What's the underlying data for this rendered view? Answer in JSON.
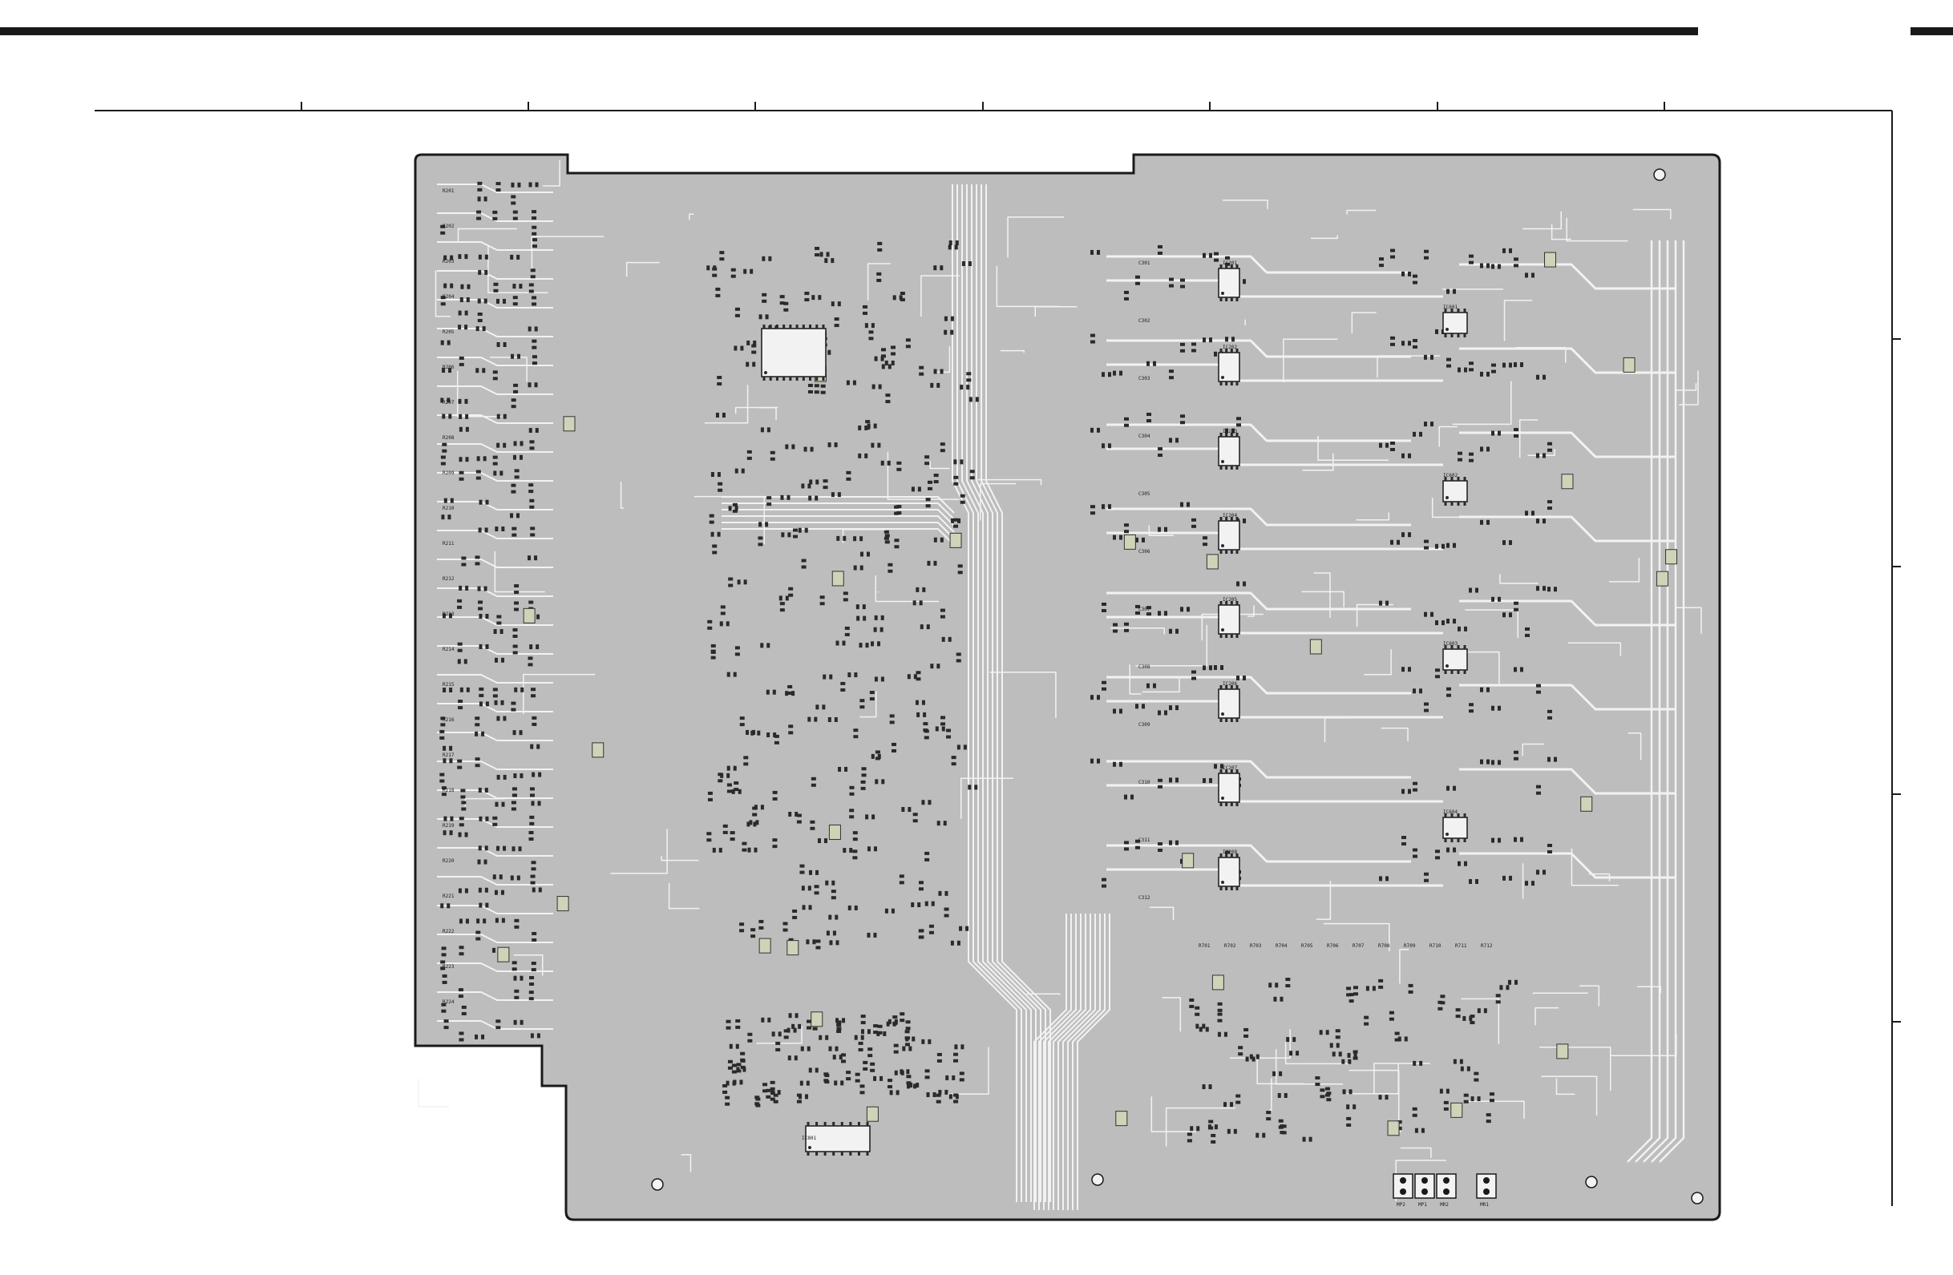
{
  "colors": {
    "background": "#ffffff",
    "board": "#bdbdbd",
    "trace": "#f2f2f2",
    "pad": "#2a2a2a",
    "component": "#cfd3b8",
    "frame": "#1a1a1a"
  },
  "board": {
    "name": "pcb-layout-copper-view"
  },
  "header_mark": "",
  "footprints": {
    "ic_upper": [
      "IC201",
      "IC202",
      "IC203",
      "IC204",
      "IC205",
      "IC206",
      "IC207",
      "IC208"
    ],
    "ic_right": [
      "IC601",
      "IC602",
      "IC603",
      "IC604"
    ],
    "connectors": [
      "MP2",
      "MP1",
      "MR2",
      "MR1"
    ],
    "labels_left": [
      "R201",
      "R202",
      "R203",
      "R204",
      "R205",
      "R206",
      "R207",
      "R208",
      "R209",
      "R210",
      "R211",
      "R212",
      "R213",
      "R214",
      "R215",
      "R216",
      "R217",
      "R218",
      "R219",
      "R220",
      "R221",
      "R222",
      "R223",
      "R224"
    ],
    "labels_mid": [
      "C301",
      "C302",
      "C303",
      "C304",
      "C305",
      "C306",
      "C307",
      "C308",
      "C309",
      "C310",
      "C311",
      "C312"
    ],
    "labels_bottom": [
      "R701",
      "R702",
      "R703",
      "R704",
      "R705",
      "R706",
      "R707",
      "R708",
      "R709",
      "R710",
      "R711",
      "R712"
    ],
    "ic_bottom": "IC801"
  }
}
